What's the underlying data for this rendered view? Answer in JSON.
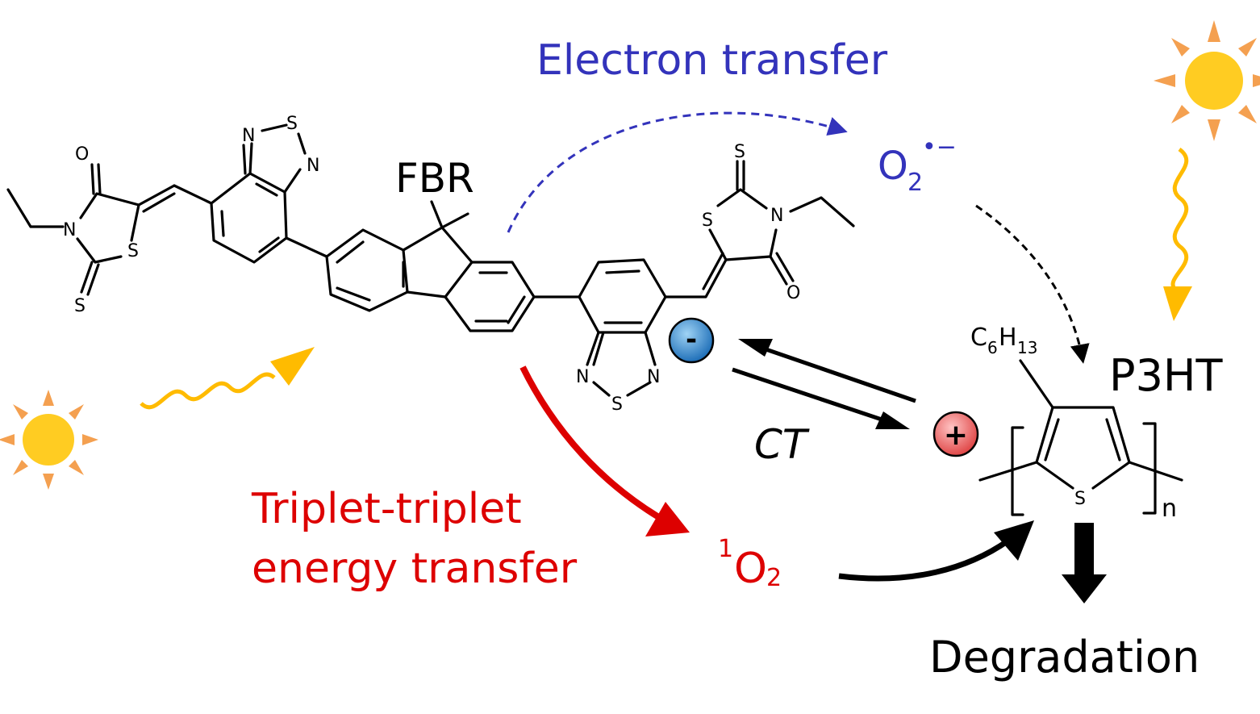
{
  "labels": {
    "electron_transfer": "Electron transfer",
    "fbr": "FBR",
    "superoxide_main": "O",
    "superoxide_sub": "2",
    "superoxide_sup": "•−",
    "p3ht": "P3HT",
    "hexyl_c": "C",
    "hexyl_c_sub": "6",
    "hexyl_h": "H",
    "hexyl_h_sub": "13",
    "ct": "CT",
    "triplet_line1": "Triplet-triplet",
    "triplet_line2": "energy transfer",
    "singlet_sup": "1",
    "singlet_main": "O",
    "singlet_sub": "2",
    "degradation": "Degradation",
    "minus": "-",
    "plus": "+",
    "repeat_n": "n"
  },
  "atoms": {
    "O": "O",
    "N": "N",
    "S": "S"
  },
  "colors": {
    "blue": "#3333bb",
    "red": "#dd0000",
    "black": "#000000",
    "sun": "#ffcc22",
    "sun_ray": "#f4a050",
    "wave": "#ffbb00"
  }
}
